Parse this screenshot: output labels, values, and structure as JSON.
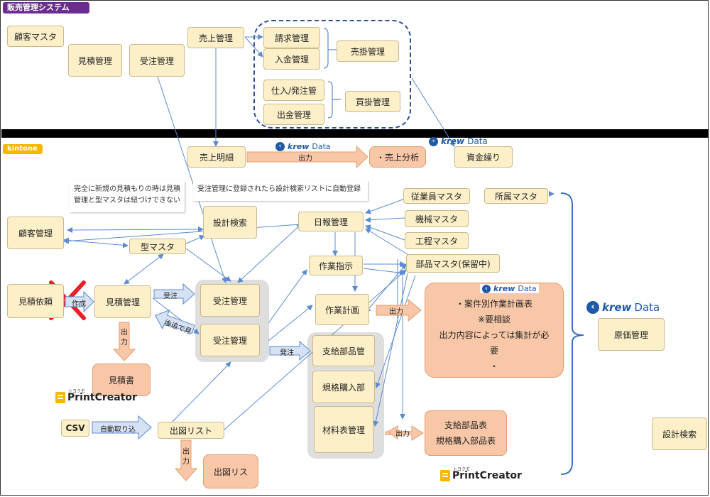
{
  "tags": {
    "system": "販売管理システム",
    "kintone": "kintone"
  },
  "boxes": {
    "top_customer_master": "顧客マスタ",
    "top_estimate_mgmt": "見積管理",
    "top_order_mgmt": "受注管理",
    "top_sales_mgmt": "売上管理",
    "billing_mgmt": "請求管理",
    "payment_mgmt": "入金管理",
    "receivables_mgmt": "売掛管理",
    "purchase_mgmt": "仕入/発注管",
    "disbursement_mgmt": "出金管理",
    "payables_mgmt": "買掛管理",
    "sales_detail": "売上明細",
    "funds": "資金繰り",
    "employee_master": "従業員マスタ",
    "dept_master": "所属マスタ",
    "daily_report": "日報管理",
    "machine_master": "機械マスタ",
    "process_master": "工程マスタ",
    "customer_mgmt": "顧客管理",
    "design_search": "設計検索",
    "mold_master": "型マスタ",
    "work_instruction": "作業指示",
    "parts_master": "部品マスタ(保留中)",
    "estimate_request": "見積依頼",
    "estimate_mgmt": "見積管理",
    "order_mgmt_1": "受注管理",
    "order_mgmt_2": "受注管理",
    "work_plan": "作業計画",
    "supplied_parts": "支給部品管",
    "standard_parts": "規格購入部",
    "bom_mgmt": "材料表管理",
    "drawing_list": "出図リスト",
    "cost_mgmt": "原価管理",
    "design_search_right": "設計検索",
    "csv": "CSV"
  },
  "outputs": {
    "sales_analysis": "・売上分析",
    "estimate_doc": "見積書",
    "drawing_list_out": "出図リス",
    "parts_table_line1": "支給部品表",
    "parts_table_line2": "規格購入部品表",
    "work_plan_table": [
      "・案件別作業計画表",
      "※要相談",
      "出力内容によっては集計が必",
      "要",
      "・"
    ]
  },
  "notes": {
    "estimate_note_line1": "完全に新規の見積もりの時は見積",
    "estimate_note_line2": "管理と型マスタは紐づけできない",
    "order_note": "受注管理に登録されたら設計検索リストに自動登録"
  },
  "arrow_labels": {
    "output_sales": "出力",
    "juchu": "受注",
    "goseki": "後追で見",
    "sakusei": "作成",
    "output_estimate": "出力",
    "output_work_plan": "出力",
    "hacchu": "発注",
    "auto_import": "自動取り込",
    "output_bom": "出力",
    "output_drawing": "出力"
  },
  "logos": {
    "krew_word1": "krew",
    "krew_word2": "Data",
    "print_creator": "PrintCreator",
    "print_creator_small": "トヨクモ"
  },
  "colors": {
    "system_tag": "#6a2c91",
    "kintone_tag": "#f6b700",
    "box_fill": "#fdf0c8",
    "output_fill": "#f8c7a7",
    "connector": "#5b8bd0",
    "cross": "#e8202a"
  }
}
